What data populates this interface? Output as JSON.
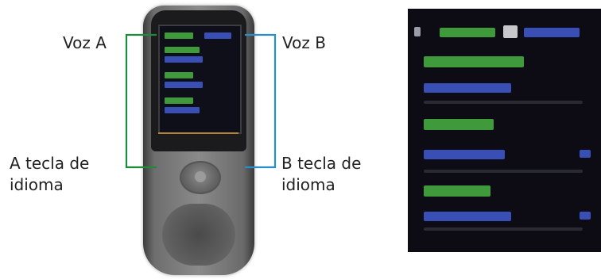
{
  "labels": {
    "voz_a": "Voz A",
    "voz_b": "Voz B",
    "tecla_a": "A tecla de\nidioma",
    "tecla_b": "B tecla de\nidioma"
  },
  "colors": {
    "voice_a_line": "#1f8a3c",
    "voice_b_line": "#2a8fc9",
    "green_text": "#3f9a3b",
    "blue_text": "#3a4fb5",
    "screen_bg": "#0d0c14"
  },
  "icons": {
    "device": "translator-device-icon",
    "dpad": "navigation-pad-icon"
  }
}
